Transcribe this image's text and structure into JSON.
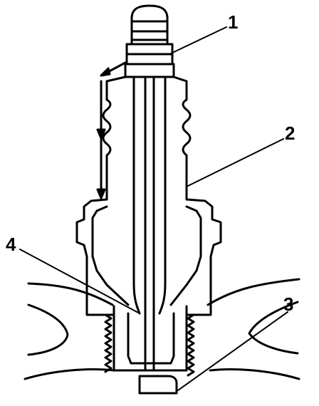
{
  "figure": {
    "stroke_color": "#000000",
    "fill_color": "#ffffff"
  },
  "callouts": [
    {
      "id": "1",
      "label": "1"
    },
    {
      "id": "2",
      "label": "2"
    },
    {
      "id": "3",
      "label": "3"
    },
    {
      "id": "4",
      "label": "4"
    }
  ]
}
